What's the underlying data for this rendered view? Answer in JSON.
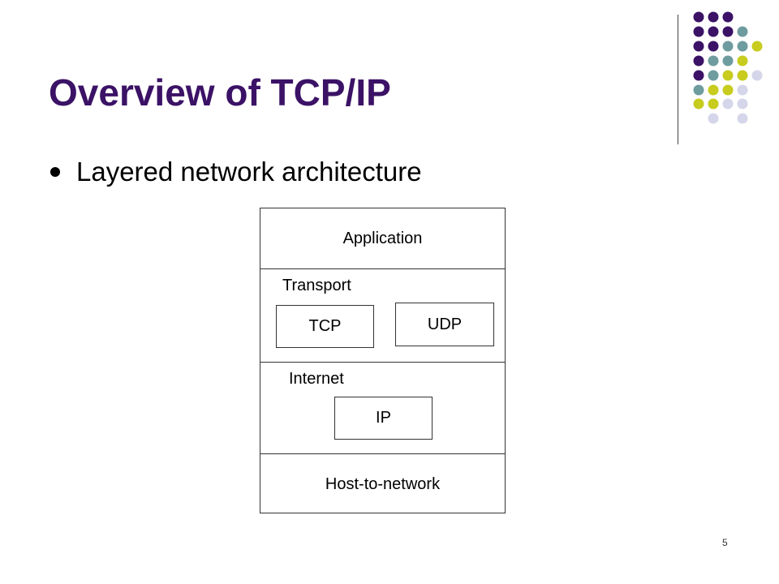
{
  "slide": {
    "title": "Overview of TCP/IP",
    "bullet": "Layered network architecture",
    "page_number": "5"
  },
  "colors": {
    "title": "#3b1266",
    "purple": "#3b1266",
    "teal": "#6f9c9e",
    "olive": "#c7cc1e",
    "lavender": "#d6d6ea"
  },
  "diagram": {
    "application": "Application",
    "transport": {
      "label": "Transport",
      "protocols": [
        "TCP",
        "UDP"
      ]
    },
    "internet": {
      "label": "Internet",
      "protocols": [
        "IP"
      ]
    },
    "host_to_network": "Host-to-network"
  }
}
